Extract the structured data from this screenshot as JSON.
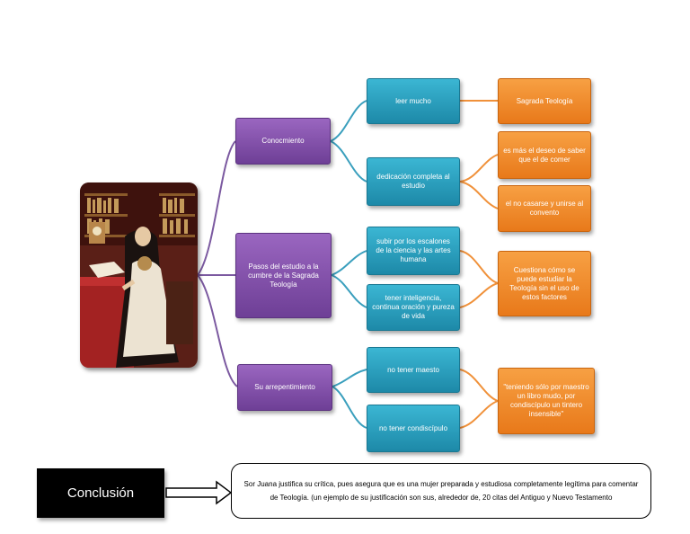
{
  "diagram": {
    "portrait": "Retrato de Sor Juana Inés de la Cruz",
    "level1": {
      "conocimiento": "Conocmiento",
      "pasos": "Pasos del estudio a la cumbre de la Sagrada Teología",
      "arrepentimiento": "Su arrepentimiento"
    },
    "level2": {
      "leer": "leer mucho",
      "dedicacion": "dedicación completa al estudio",
      "subir": "subir por los escalones de la ciencia y las artes humana",
      "tener": "tener inteligencia, continua oración y pureza de vida",
      "no_maestro": "no tener maesto",
      "no_condiscipulo": "no tener condiscípulo"
    },
    "level3": {
      "sagrada": "Sagrada Teología",
      "deseo": "es más el deseo de saber que el de comer",
      "no_casarse": "el no casarse y unirse al convento",
      "cuestiona": "Cuestiona cómo se puede estudiar la Teología sin el uso de estos factores",
      "teniendo": "\"teniendo sólo por maestro un libro mudo, por condiscípulo un tintero insensible\""
    },
    "colors": {
      "purple": "#7b4ba3",
      "teal": "#2ba0c0",
      "orange": "#ef8a2a",
      "line_purple": "#7b59a0",
      "line_teal": "#3a9fbd",
      "line_orange": "#f0913a"
    }
  },
  "conclusion": {
    "label": "Conclusión",
    "text": "Sor Juana justifica su crítica, pues asegura que es una mujer preparada y estudiosa completamente legítima para comentar de Teología. (un ejemplo de su justificación son sus, alrededor de, 20 citas del Antiguo y Nuevo Testamento"
  }
}
